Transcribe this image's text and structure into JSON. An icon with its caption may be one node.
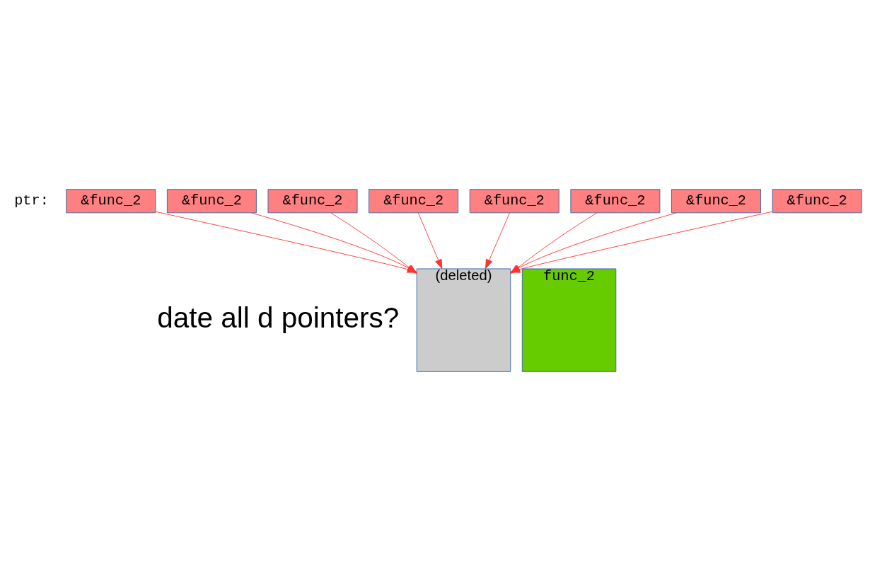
{
  "diagram": {
    "nodes": [
      {
        "text": [
          "&func_2"
        ]
      },
      {
        "text": [
          "&func_2"
        ]
      },
      {
        "text": [
          "&func_2"
        ]
      },
      {
        "text": [
          "&func_2"
        ]
      },
      {
        "text": [
          "&func_2"
        ]
      },
      {
        "text": [
          "&func_2"
        ]
      },
      {
        "text": [
          "&func_2"
        ]
      },
      {
        "text": [
          "&func_2"
        ]
      },
      {
        "text": [
          "(deleted)"
        ]
      },
      {
        "text": [
          "func_2"
        ]
      }
    ],
    "edges": [
      {
        "from": 0,
        "to": 8,
        "arrow": "to"
      },
      {
        "from": 1,
        "to": 8,
        "arrow": "to"
      },
      {
        "from": 2,
        "to": 8,
        "arrow": "to"
      },
      {
        "from": 3,
        "to": 8,
        "arrow": "to"
      },
      {
        "from": 4,
        "to": 8,
        "arrow": "to"
      },
      {
        "from": 5,
        "to": 8,
        "arrow": "to"
      },
      {
        "from": 6,
        "to": 8,
        "arrow": "to"
      },
      {
        "from": 7,
        "to": 8,
        "arrow": "to"
      }
    ],
    "labels": [
      "ptr:",
      "date all d pointers?"
    ]
  }
}
